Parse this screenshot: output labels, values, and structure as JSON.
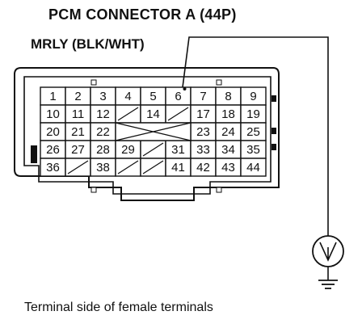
{
  "header": {
    "connector_title": "PCM CONNECTOR A (44P)",
    "wire_label": "MRLY (BLK/WHT)"
  },
  "connector": {
    "rows": [
      [
        "1",
        "2",
        "3",
        "4",
        "5",
        "6",
        "7",
        "8",
        "9"
      ],
      [
        "10",
        "11",
        "12",
        "",
        "14",
        "",
        "17",
        "18",
        "19"
      ],
      [
        "20",
        "21",
        "22",
        "",
        "",
        "",
        "23",
        "24",
        "25"
      ],
      [
        "26",
        "27",
        "28",
        "29",
        "",
        "31",
        "33",
        "34",
        "35"
      ],
      [
        "36",
        "",
        "38",
        "",
        "",
        "41",
        "42",
        "43",
        "44"
      ]
    ],
    "probed_pin": "6"
  },
  "meter": {
    "symbol": "V"
  },
  "caption": "Terminal side of female terminals"
}
